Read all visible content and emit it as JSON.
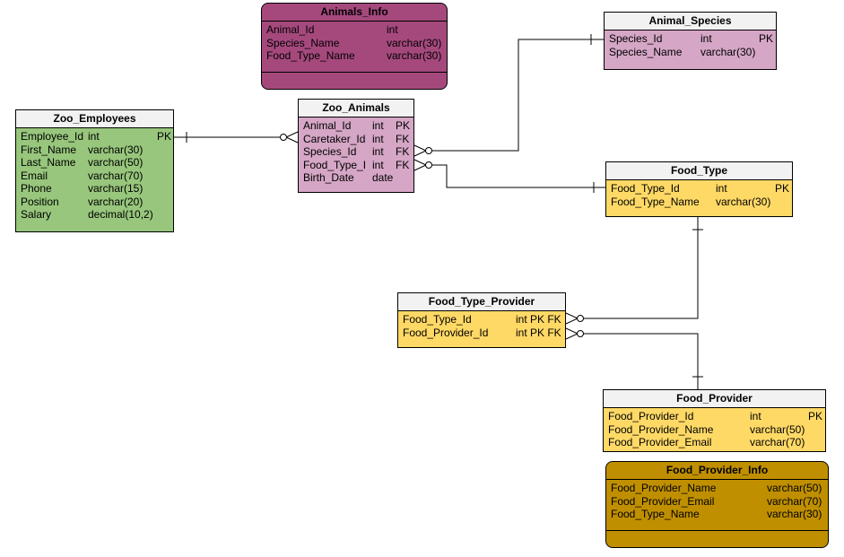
{
  "colors": {
    "green": "#97c67c",
    "pink": "#d5a6c5",
    "yellow": "#ffd966",
    "plum": "#a5497d",
    "gold": "#bf8f00",
    "header": "#f2f2f2",
    "line": "#000000"
  },
  "tables": {
    "animals_info": {
      "title": "Animals_Info",
      "rows": [
        {
          "name": "Animal_Id",
          "type": "int",
          "key": ""
        },
        {
          "name": "Species_Name",
          "type": "varchar(30)",
          "key": ""
        },
        {
          "name": "Food_Type_Name",
          "type": "varchar(30)",
          "key": ""
        }
      ]
    },
    "animal_species": {
      "title": "Animal_Species",
      "rows": [
        {
          "name": "Species_Id",
          "type": "int",
          "key": "PK"
        },
        {
          "name": "Species_Name",
          "type": "varchar(30)",
          "key": ""
        }
      ]
    },
    "zoo_employees": {
      "title": "Zoo_Employees",
      "rows": [
        {
          "name": "Employee_Id",
          "type": "int",
          "key": "PK"
        },
        {
          "name": "First_Name",
          "type": "varchar(30)",
          "key": ""
        },
        {
          "name": "Last_Name",
          "type": "varchar(50)",
          "key": ""
        },
        {
          "name": "Email",
          "type": "varchar(70)",
          "key": ""
        },
        {
          "name": "Phone",
          "type": "varchar(15)",
          "key": ""
        },
        {
          "name": "Position",
          "type": "varchar(20)",
          "key": ""
        },
        {
          "name": "Salary",
          "type": "decimal(10,2)",
          "key": ""
        }
      ]
    },
    "zoo_animals": {
      "title": "Zoo_Animals",
      "rows": [
        {
          "name": "Animal_Id",
          "type": "int",
          "key": "PK"
        },
        {
          "name": "Caretaker_Id",
          "type": "int",
          "key": "FK"
        },
        {
          "name": "Species_Id",
          "type": "int",
          "key": "FK"
        },
        {
          "name": "Food_Type_I",
          "type": "int",
          "key": "FK"
        },
        {
          "name": "Birth_Date",
          "type": "date",
          "key": ""
        }
      ]
    },
    "food_type": {
      "title": "Food_Type",
      "rows": [
        {
          "name": "Food_Type_Id",
          "type": "int",
          "key": "PK"
        },
        {
          "name": "Food_Type_Name",
          "type": "varchar(30)",
          "key": ""
        }
      ]
    },
    "food_type_provider": {
      "title": "Food_Type_Provider",
      "rows": [
        {
          "name": "Food_Type_Id",
          "type": "int PK FK",
          "key": ""
        },
        {
          "name": "Food_Provider_Id",
          "type": "int PK FK",
          "key": ""
        }
      ]
    },
    "food_provider": {
      "title": "Food_Provider",
      "rows": [
        {
          "name": "Food_Provider_Id",
          "type": "int",
          "key": "PK"
        },
        {
          "name": "Food_Provider_Name",
          "type": "varchar(50)",
          "key": ""
        },
        {
          "name": "Food_Provider_Email",
          "type": "varchar(70)",
          "key": ""
        }
      ]
    },
    "food_provider_info": {
      "title": "Food_Provider_Info",
      "rows": [
        {
          "name": "Food_Provider_Name",
          "type": "varchar(50)",
          "key": ""
        },
        {
          "name": "Food_Provider_Email",
          "type": "varchar(70)",
          "key": ""
        },
        {
          "name": "Food_Type_Name",
          "type": "varchar(30)",
          "key": ""
        }
      ]
    }
  },
  "relationships": [
    {
      "from": "zoo_employees",
      "to": "zoo_animals",
      "from_end": "one",
      "to_end": "zero-or-many"
    },
    {
      "from": "animal_species",
      "to": "zoo_animals",
      "from_end": "one",
      "to_end": "zero-or-many"
    },
    {
      "from": "food_type",
      "to": "zoo_animals",
      "from_end": "one",
      "to_end": "zero-or-many"
    },
    {
      "from": "food_type",
      "to": "food_type_provider",
      "from_end": "one",
      "to_end": "zero-or-many"
    },
    {
      "from": "food_provider",
      "to": "food_type_provider",
      "from_end": "one",
      "to_end": "zero-or-many"
    }
  ]
}
